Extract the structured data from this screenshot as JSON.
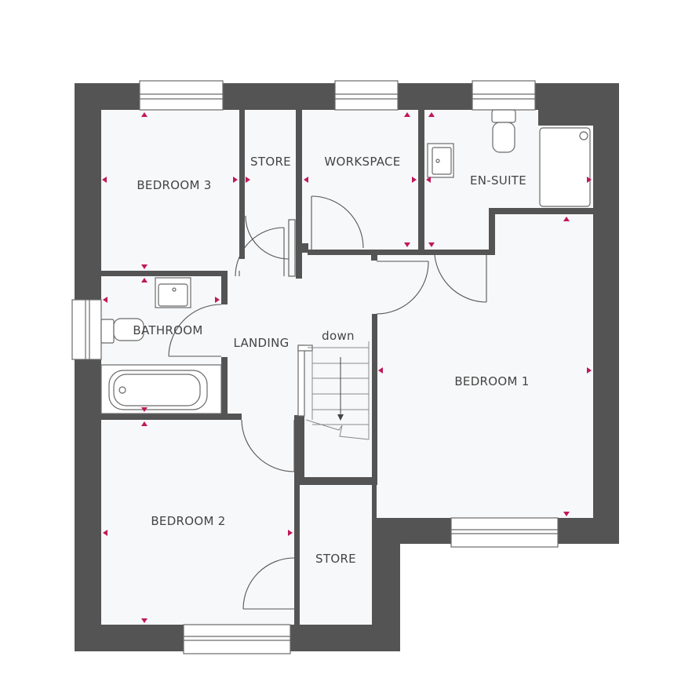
{
  "plan": {
    "type": "first-floor plan",
    "colors": {
      "wall": "#545454",
      "floor": "#f7f8f9",
      "marker": "#c0185a",
      "text": "#444444"
    },
    "rooms": [
      {
        "id": "bedroom-3",
        "label": "BEDROOM 3"
      },
      {
        "id": "store-top",
        "label": "STORE"
      },
      {
        "id": "workspace",
        "label": "WORKSPACE"
      },
      {
        "id": "en-suite",
        "label": "EN-SUITE"
      },
      {
        "id": "bathroom",
        "label": "BATHROOM"
      },
      {
        "id": "landing",
        "label": "LANDING"
      },
      {
        "id": "bedroom-1",
        "label": "BEDROOM 1"
      },
      {
        "id": "bedroom-2",
        "label": "BEDROOM 2"
      },
      {
        "id": "store-bottom",
        "label": "STORE"
      }
    ],
    "stairs": {
      "label": "down",
      "direction": "down"
    }
  }
}
